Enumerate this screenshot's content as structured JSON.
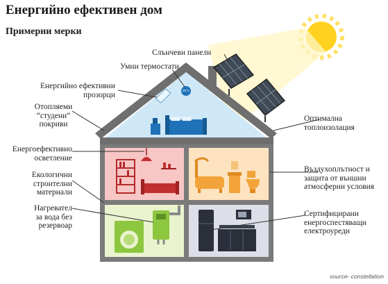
{
  "header": {
    "title": "Енергийно ефективен дом",
    "subtitle": "Примерни мерки"
  },
  "labels": {
    "solar_panels": "Слънчеви панели",
    "smart_thermostats": "Умни термостати",
    "windows": [
      "Енергийно ефективни",
      "прозорци"
    ],
    "roofs": [
      "Отопляеми",
      "“студени”",
      "покриви"
    ],
    "insulation": [
      "Оптимална",
      "топлоизолация"
    ],
    "lighting": [
      "Енергоефективно",
      "осветление"
    ],
    "materials": [
      "Екологични",
      "строителни",
      "материали"
    ],
    "airtightness": [
      "Въздухоплътност и",
      "защита от външни",
      "атмосферни условия"
    ],
    "water_heater": [
      "Нагревател",
      "за вода без",
      "резервоар"
    ],
    "appliances": [
      "Сертифицирани",
      "енергоспестяващи",
      "електроуреди"
    ]
  },
  "thermostat_reading": "25°C",
  "source": "source- constellation",
  "colors": {
    "house_outline": "#6f6f6f",
    "attic": "#cfe8f7",
    "bedroom": "#f7c6c5",
    "bathroom": "#fde3c0",
    "laundry": "#e9f4cf",
    "kitchen": "#dcdfe8",
    "sun": "#ffd21f",
    "bed": "#1f72b8",
    "panel": "#3f4a56"
  }
}
